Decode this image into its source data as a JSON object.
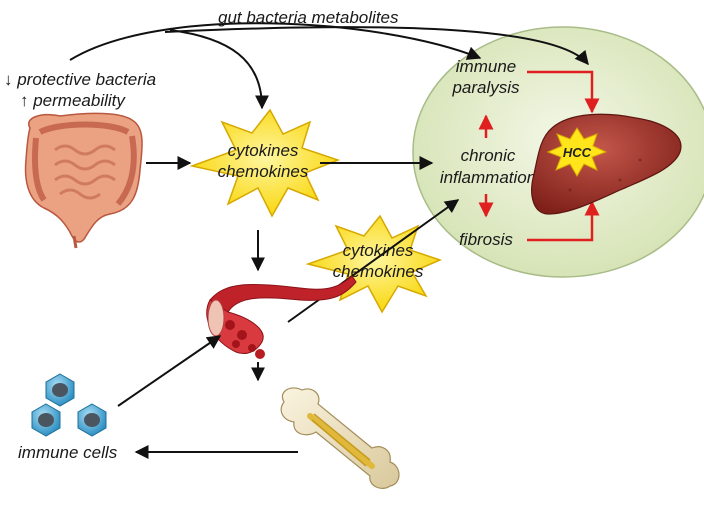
{
  "labels": {
    "gut_metabolites": "gut bacteria metabolites",
    "protective_bacteria": "↓ protective bacteria",
    "permeability": "↑ permeability",
    "cytokines_1": "cytokines",
    "chemokines_1": "chemokines",
    "cytokines_2": "cytokines",
    "chemokines_2": "chemokines",
    "immune": "immune",
    "paralysis": "paralysis",
    "chronic": "chronic",
    "inflammation": "inflammation",
    "fibrosis": "fibrosis",
    "hcc": "HCC",
    "immune_cells": "immune cells"
  },
  "colors": {
    "liver_circle_fill": "#e3ecc9",
    "liver_circle_stroke": "#a9bc88",
    "starburst_fill": "#ffe51a",
    "starburst_stroke": "#d6a900",
    "red_arrow": "#e02020",
    "black_arrow": "#111111",
    "liver": "#9a3028",
    "intestine": "#e89a7c",
    "vessel": "#c0222a",
    "bone": "#efe4c6",
    "immune_cell": "#5ab3de"
  }
}
